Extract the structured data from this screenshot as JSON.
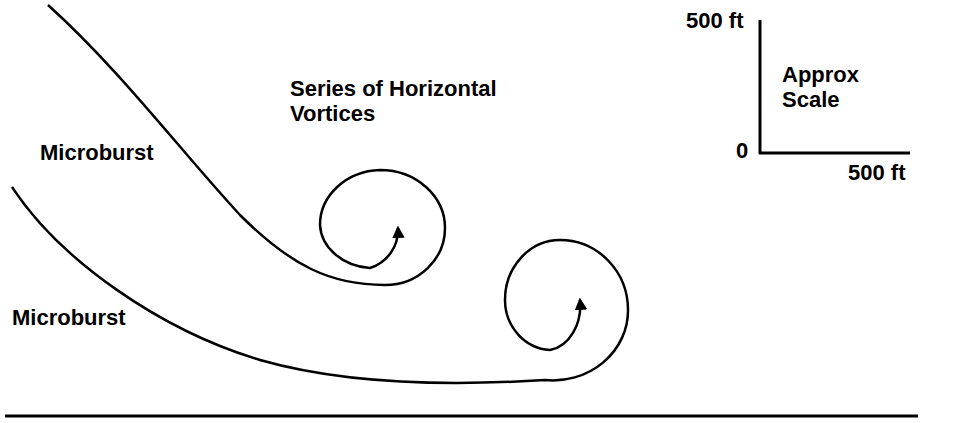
{
  "diagram": {
    "labels": [
      "Microburst",
      "Microburst",
      "Series of Horizontal Vortices",
      "500 ft",
      "Approx Scale",
      "0",
      "500 ft"
    ]
  }
}
